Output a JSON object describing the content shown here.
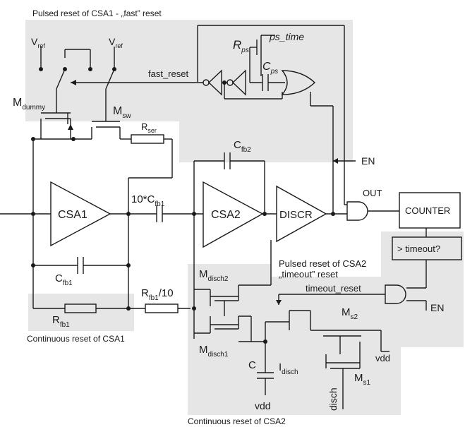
{
  "regions": {
    "fast_reset_title": "Pulsed reset of CSA1 - „fast” reset",
    "cont_csa1": "Continuous reset of CSA1",
    "cont_csa2": "Continuous reset of CSA2",
    "timeout_title_1": "Pulsed reset of CSA2",
    "timeout_title_2": "„timeout” reset"
  },
  "blocks": {
    "csa1": "CSA1",
    "csa2": "CSA2",
    "discr": "DISCR",
    "counter": "COUNTER",
    "timeout_check": "> timeout?"
  },
  "signals": {
    "fast_reset": "fast_reset",
    "ps_time": "ps_time",
    "en_top": "EN",
    "en_bottom": "EN",
    "out": "OUT",
    "timeout_reset": "timeout_reset",
    "vdd_left": "vdd",
    "vdd_right": "vdd",
    "disch": "disch"
  },
  "labels": {
    "vref_left_main": "V",
    "vref_left_sub": "ref",
    "vref_right_main": "V",
    "vref_right_sub": "ref",
    "rps_main": "R",
    "rps_sub": "ps",
    "cps_main": "C",
    "cps_sub": "ps",
    "mdummy_main": "M",
    "mdummy_sub": "dummy",
    "msw_main": "M",
    "msw_sub": "sw",
    "rser_main": "R",
    "rser_sub": "ser",
    "cfb2_main": "C",
    "cfb2_sub": "fb2",
    "cfb1_in_main": "10*C",
    "cfb1_in_sub": "fb1",
    "cfb1_main": "C",
    "cfb1_sub": "fb1",
    "rfb1_main": "R",
    "rfb1_sub": "fb1",
    "rfb1_10_main": "R",
    "rfb1_10_sub": "fb1",
    "rfb1_10_tail": "/10",
    "mdisch2_main": "M",
    "mdisch2_sub": "disch2",
    "mdisch1_main": "M",
    "mdisch1_sub": "disch1",
    "ms2_main": "M",
    "ms2_sub": "s2",
    "ms1_main": "M",
    "ms1_sub": "s1",
    "c_cap": "C",
    "idisch_main": "I",
    "idisch_sub": "disch"
  },
  "colors": {
    "shade": "#e6e6e6",
    "line": "#1a1a1a",
    "background": "#ffffff"
  }
}
